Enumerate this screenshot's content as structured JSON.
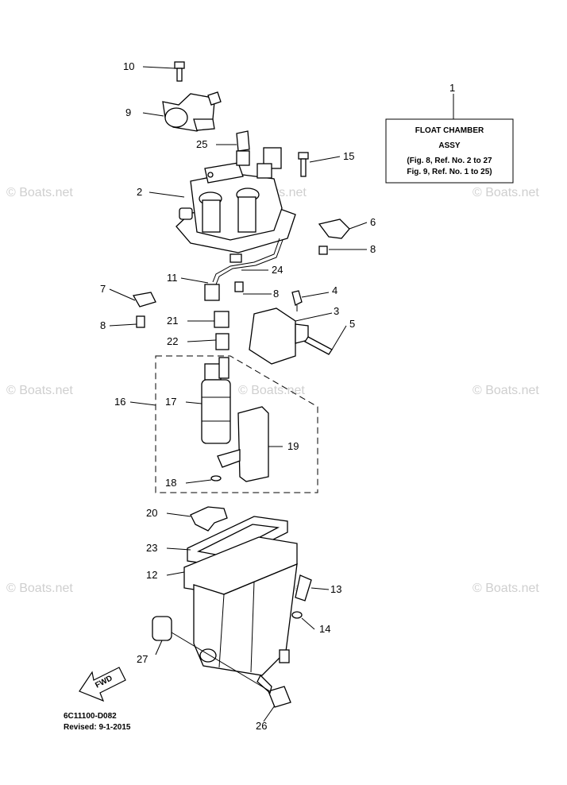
{
  "diagram": {
    "box_title_line1": "FLOAT CHAMBER",
    "box_title_line2": "ASSY",
    "box_ref_line1": "(Fig. 8, Ref. No. 2 to 27",
    "box_ref_line2": "Fig. 9, Ref. No. 1 to 25)",
    "box_callout": "1",
    "fwd_label": "FWD",
    "diagram_code": "6C11100-D082",
    "revised": "Revised: 9-1-2015",
    "watermark": "© Boats.net",
    "callouts": {
      "c2": "2",
      "c3": "3",
      "c4": "4",
      "c5": "5",
      "c6": "6",
      "c7": "7",
      "c8a": "8",
      "c8b": "8",
      "c8c": "8",
      "c9": "9",
      "c10": "10",
      "c11": "11",
      "c12": "12",
      "c13": "13",
      "c14": "14",
      "c15": "15",
      "c16": "16",
      "c17": "17",
      "c18": "18",
      "c19": "19",
      "c20": "20",
      "c21": "21",
      "c22": "22",
      "c23": "23",
      "c24": "24",
      "c25": "25",
      "c26": "26",
      "c27": "27"
    }
  }
}
